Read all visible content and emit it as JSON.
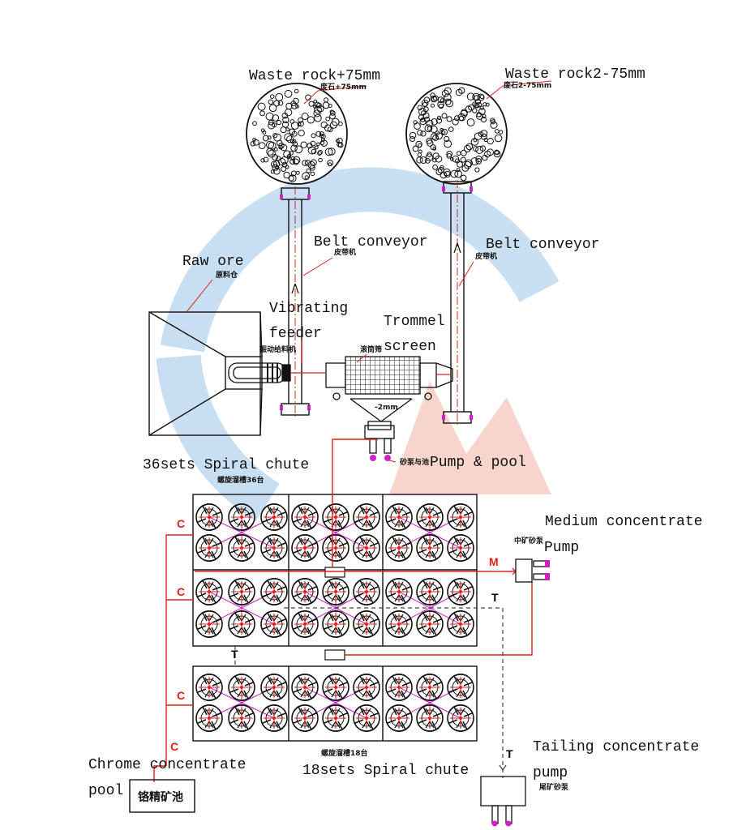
{
  "labels": {
    "waste_rock_1": "Waste rock+75mm",
    "waste_rock_1_cn": "废石+75mm",
    "waste_rock_2": "Waste rock2-75mm",
    "waste_rock_2_cn": "废石2-75mm",
    "belt_conveyor_1": "Belt conveyor",
    "belt_conveyor_1_cn": "皮带机",
    "belt_conveyor_2": "Belt conveyor",
    "belt_conveyor_2_cn": "皮带机",
    "raw_ore": "Raw ore",
    "raw_ore_cn": "原料仓",
    "vibrating_feeder_1": "Vibrating",
    "vibrating_feeder_2": "feeder",
    "vibrating_feeder_cn": "振动给料机",
    "trommel_1": "Trommel",
    "trommel_2": "screen",
    "trommel_cn": "滚筒筛",
    "trommel_undersize": "-2mm",
    "pump_pool": "Pump & pool",
    "pump_pool_cn": "砂泵与池",
    "spiral_36": "36sets Spiral chute",
    "spiral_36_cn": "螺旋溜槽36台",
    "medium_concentrate": "Medium concentrate",
    "medium_pump": "Pump",
    "medium_pump_cn": "中矿砂泵",
    "spiral_18": "18sets Spiral chute",
    "spiral_18_cn": "螺旋溜槽18台",
    "chrome_pool_1": "Chrome concentrate",
    "chrome_pool_2": "pool",
    "chrome_pool_cn": "铬精矿池",
    "tailing_1": "Tailing concentrate",
    "tailing_2": "pump",
    "tailing_cn": "尾矿砂泵"
  },
  "flow_codes": {
    "concentrate": "C",
    "middling": "M",
    "tailing": "T"
  },
  "colors": {
    "line": "#111111",
    "flow_red": "#e0201a",
    "cross_magenta": "#d020c8",
    "watermark_blue": "#9cc6e8",
    "watermark_red": "#f4b4a4"
  }
}
